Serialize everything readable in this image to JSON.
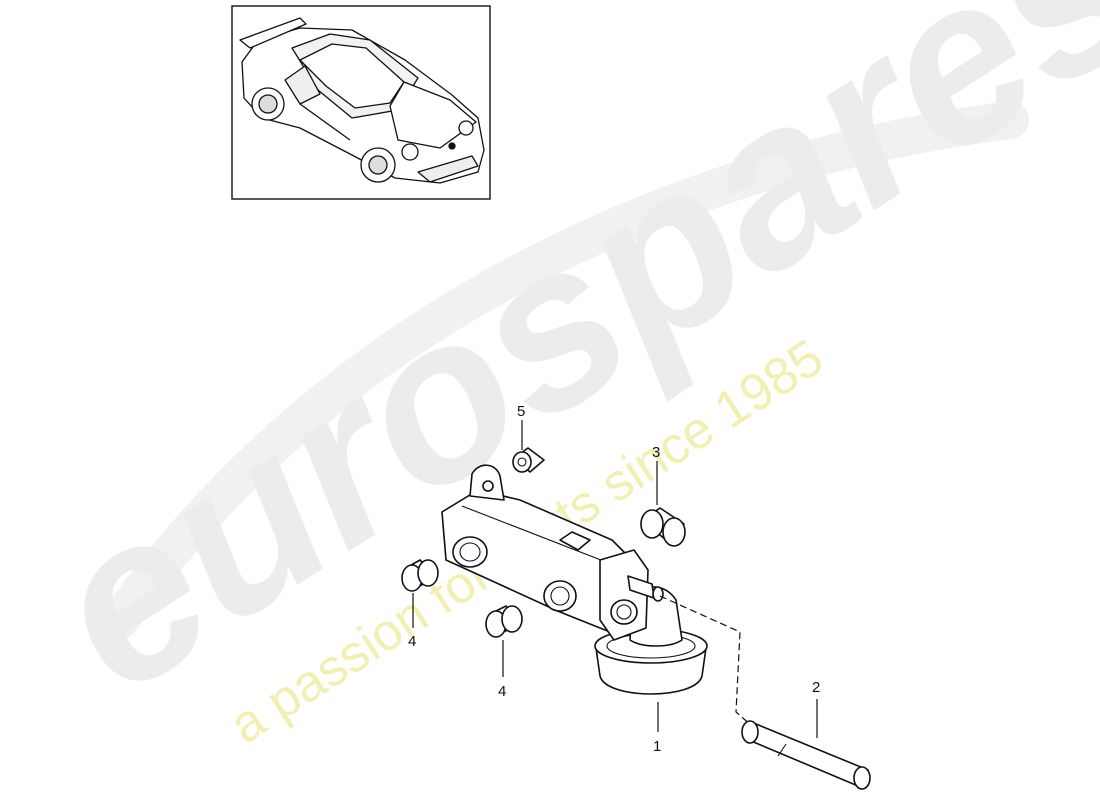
{
  "watermark": {
    "brand": "eurospares",
    "tagline": "a passion for parts since 1985"
  },
  "thumbnail": {
    "icon": "car-icon"
  },
  "callouts": [
    {
      "id": "c1",
      "label": "1"
    },
    {
      "id": "c2",
      "label": "2"
    },
    {
      "id": "c3",
      "label": "3"
    },
    {
      "id": "c4a",
      "label": "4"
    },
    {
      "id": "c4b",
      "label": "4"
    },
    {
      "id": "c5",
      "label": "5"
    }
  ]
}
